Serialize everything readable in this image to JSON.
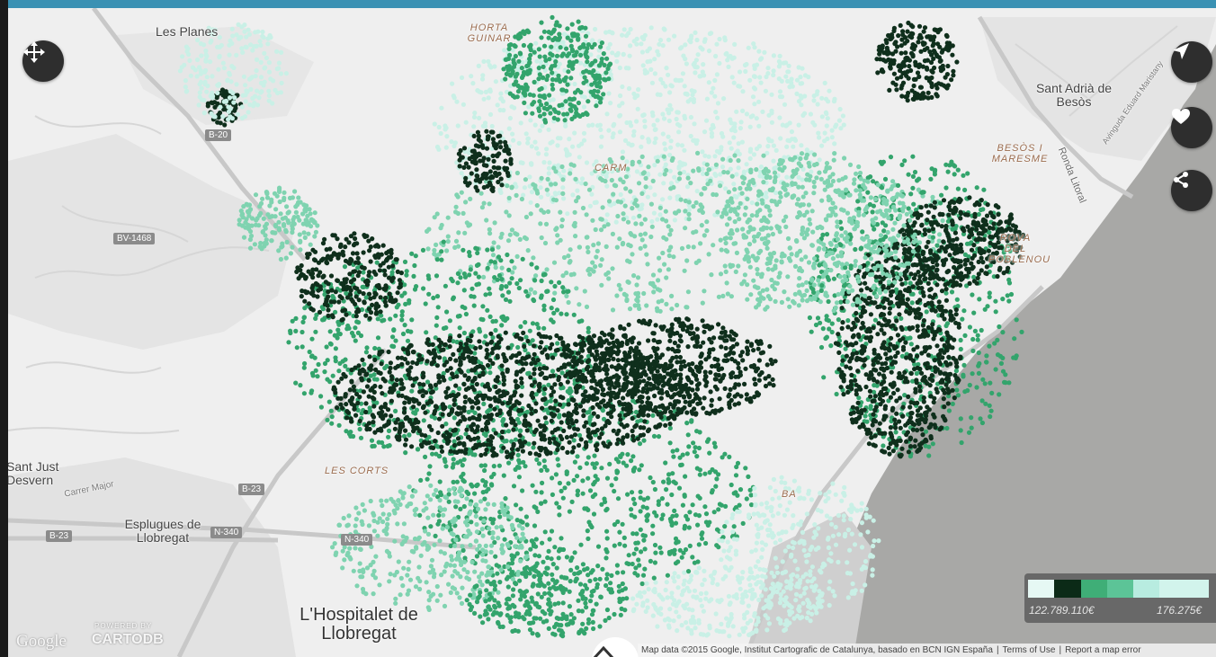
{
  "map": {
    "places": {
      "les_planes": "Les Planes",
      "horta_guinar": "HORTA GUINAR",
      "sant_adria": "Sant Adrià de Besòs",
      "sant_just": "Sant Just Desvern",
      "esplugues": "Esplugues de Llobregat",
      "hospitalet": "L'Hospitalet de Llobregat",
      "les_corts": "LES CORTS",
      "carme": "CARM",
      "besos": "BESÒS I MARESME",
      "poblenou": "ROVA DEL POBLENOU",
      "barceloneta": "BA",
      "carrer_major": "Carrer Major",
      "ronda_litoral": "Ronda Litoral",
      "avinguda": "Avinguda Eduard Maristany"
    },
    "roads": {
      "b20": "B-20",
      "bv1468": "BV-1468",
      "b23_a": "B-23",
      "b23_b": "B-23",
      "n340_a": "N-340",
      "n340_b": "N-340"
    }
  },
  "controls": {
    "move_icon": "move-icon",
    "locate_icon": "navigation-arrow-icon",
    "favorite_icon": "heart-icon",
    "share_icon": "share-icon"
  },
  "legend": {
    "colors": [
      "#e6f8f4",
      "#0b2a17",
      "#3fae77",
      "#5cc497",
      "#b8ece0",
      "#d2f4ec"
    ],
    "min_label": "122.789.110€",
    "max_label": "176.275€"
  },
  "attribution": {
    "data": "Map data ©2015 Google, Institut Cartografic de Catalunya, basado en BCN IGN España",
    "terms": "Terms of Use",
    "report": "Report a map error"
  },
  "logos": {
    "google": "Google",
    "powered": "POWERED BY",
    "cartodb": "CARTODB"
  }
}
